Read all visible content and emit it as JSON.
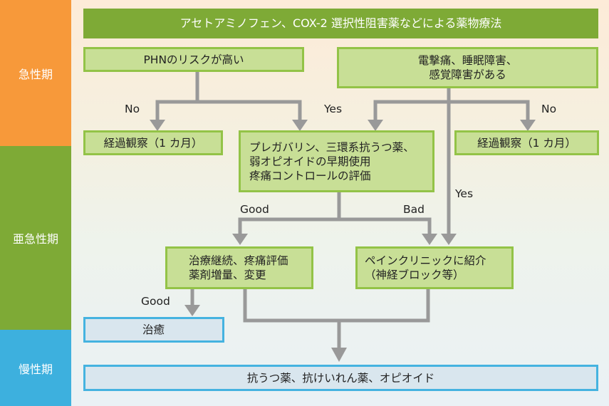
{
  "phases": {
    "acute": "急性期",
    "subacute": "亜急性期",
    "chronic": "慢性期"
  },
  "colors": {
    "acute": "#f7993a",
    "subacute": "#7eaa36",
    "chronic": "#3db0de",
    "box_fill_green": "#c8df96",
    "box_border_green": "#93c347",
    "box_fill_blue": "#d9e6ee",
    "box_border_blue": "#45b3e0",
    "arrow": "#999999"
  },
  "nodes": {
    "top_therapy": "アセトアミノフェン、COX-2 選択性阻害薬などによる薬物療法",
    "phn_risk": "PHNのリスクが高い",
    "symptoms": [
      "電撃痛、睡眠障害、",
      "感覚障害がある"
    ],
    "observe_left": "経過観察（1 カ月）",
    "observe_right": "経過観察（1 カ月）",
    "early_use": [
      "プレガバリン、三環系抗うつ薬、",
      "弱オピオイドの早期使用",
      "疼痛コントロールの評価"
    ],
    "continue_treatment": [
      "治療継続、疼痛評価",
      "薬剤増量、変更"
    ],
    "pain_clinic": [
      "ペインクリニックに紹介",
      "（神経ブロック等）"
    ],
    "cured": "治癒",
    "chronic_drugs": "抗うつ薬、抗けいれん薬、オピオイド"
  },
  "edge_labels": {
    "phn_no": "No",
    "phn_yes": "Yes",
    "symptoms_no": "No",
    "symptoms_yes_down": "Yes",
    "early_good": "Good",
    "early_bad": "Bad",
    "continue_good": "Good"
  }
}
